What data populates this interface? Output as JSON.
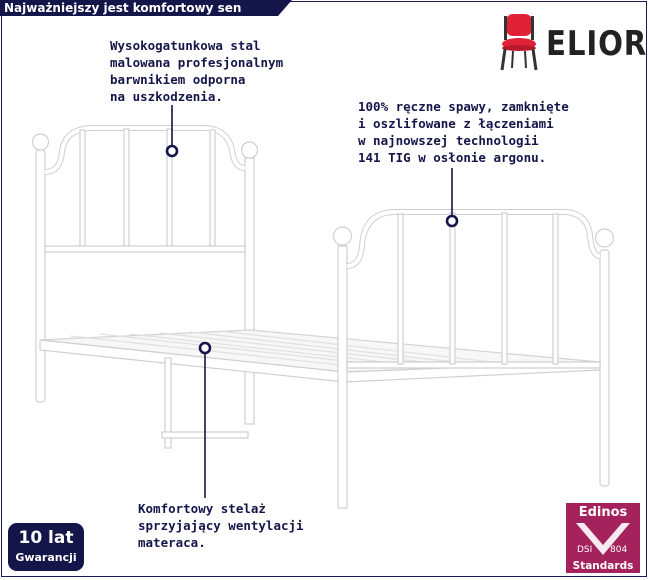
{
  "header": {
    "tag": "Najważniejszy jest komfortowy sen"
  },
  "brand": {
    "name": "ELIOR",
    "icon": "red-chair-icon",
    "color": "#222222",
    "accent": "#e02238"
  },
  "callouts": {
    "steel": "Wysokogatunkowa stal\nmalowana profesjonalnym\nbarwnikiem odporna\nna uszkodzenia.",
    "welds": "100% ręczne spawy, zamknięte\ni oszlifowane z łączeniami\nw najnowszej technologii\n141 TIG w osłonie argonu.",
    "base": "Komfortowy stelaż\nsprzyjający wentylacji\nmateraca."
  },
  "badges": {
    "warranty_line1": "10 lat",
    "warranty_line2": "Gwarancji",
    "edinos_title": "Edinos",
    "edinos_code_left": "DSI",
    "edinos_code_right": "804",
    "edinos_footer": "Standards"
  },
  "colors": {
    "navy": "#14164a",
    "edinos": "#a5235d",
    "bed": "#ffffff",
    "bed_outline": "#d5d5d5"
  }
}
